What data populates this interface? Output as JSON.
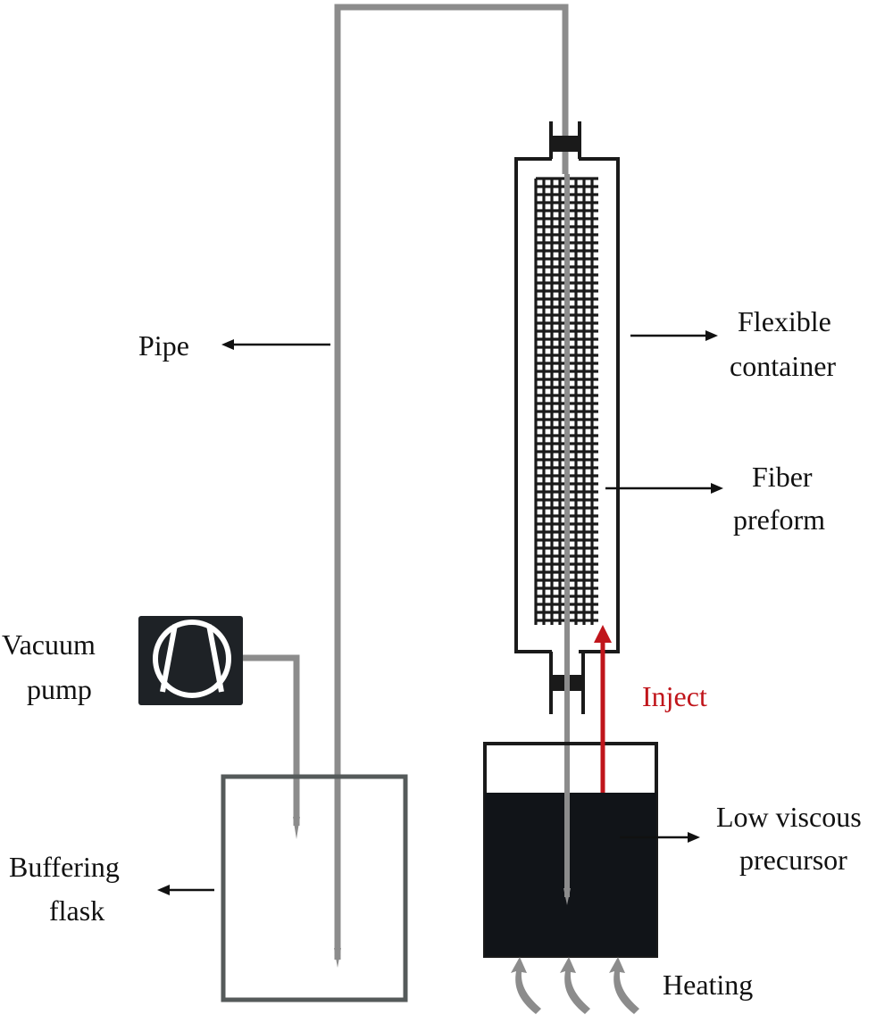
{
  "labels": {
    "pipe": "Pipe",
    "flexible_container_line1": "Flexible",
    "flexible_container_line2": "container",
    "fiber_preform_line1": "Fiber",
    "fiber_preform_line2": "preform",
    "vacuum_pump_line1": "Vacuum",
    "vacuum_pump_line2": "pump",
    "inject": "Inject",
    "buffering_flask_line1": "Buffering",
    "buffering_flask_line2": "flask",
    "low_viscous_precursor_line1": "Low viscous",
    "low_viscous_precursor_line2": "precursor",
    "heating": "Heating"
  },
  "colors": {
    "pipe": "#8c8c8c",
    "outline": "#1a1a1a",
    "flask_outline": "#555a5a",
    "precursor": "#111418",
    "pump_body": "#1e2226",
    "inject_arrow": "#c0151b",
    "heat_arrow": "#8c8c8c"
  }
}
